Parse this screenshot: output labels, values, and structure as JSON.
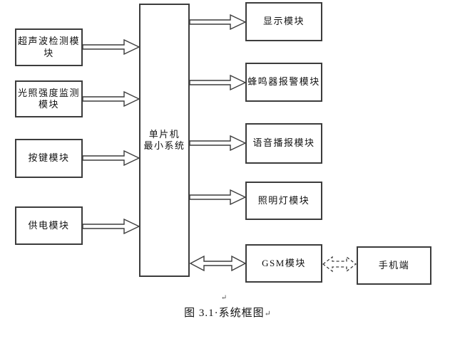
{
  "diagram": {
    "center": {
      "label": "单片机\n最小系统"
    },
    "inputs": [
      {
        "label": "超声波检测模块"
      },
      {
        "label": "光照强度监测\n模块"
      },
      {
        "label": "按键模块"
      },
      {
        "label": "供电模块"
      }
    ],
    "outputs": [
      {
        "label": "显示模块"
      },
      {
        "label": "蜂鸣器报警模块"
      },
      {
        "label": "语音播报模块"
      },
      {
        "label": "照明灯模块"
      },
      {
        "label": "GSM模块"
      }
    ],
    "external": {
      "label": "手机端"
    },
    "connections": [
      {
        "from": "超声波检测模块",
        "to": "单片机最小系统",
        "style": "solid-arrow"
      },
      {
        "from": "光照强度监测模块",
        "to": "单片机最小系统",
        "style": "solid-arrow"
      },
      {
        "from": "按键模块",
        "to": "单片机最小系统",
        "style": "solid-arrow"
      },
      {
        "from": "供电模块",
        "to": "单片机最小系统",
        "style": "solid-arrow"
      },
      {
        "from": "单片机最小系统",
        "to": "显示模块",
        "style": "solid-arrow"
      },
      {
        "from": "单片机最小系统",
        "to": "蜂鸣器报警模块",
        "style": "solid-arrow"
      },
      {
        "from": "单片机最小系统",
        "to": "语音播报模块",
        "style": "solid-arrow"
      },
      {
        "from": "单片机最小系统",
        "to": "照明灯模块",
        "style": "solid-arrow"
      },
      {
        "from": "单片机最小系统",
        "to": "GSM模块",
        "style": "double-headed-arrow"
      },
      {
        "from": "GSM模块",
        "to": "手机端",
        "style": "dashed-double-headed-arrow"
      }
    ],
    "caption": "图 3.1·系统框图",
    "paragraph_mark": "↵",
    "colors": {
      "line": "#3c3c3c",
      "background": "#ffffff",
      "text": "#111111"
    }
  }
}
